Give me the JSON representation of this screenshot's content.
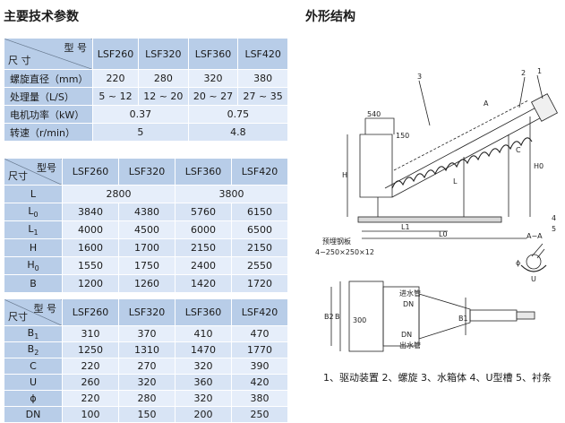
{
  "headings": {
    "left": "主要技术参数",
    "right": "外形结构"
  },
  "table1": {
    "corner_top": "型 号",
    "corner_bottom": "尺 寸",
    "models": [
      "LSF260",
      "LSF320",
      "LSF360",
      "LSF420"
    ],
    "rows": [
      {
        "label": "螺旋直径（mm）",
        "values": [
          "220",
          "280",
          "320",
          "380"
        ]
      },
      {
        "label": "处理量（L/S）",
        "values": [
          "5 ~ 12",
          "12 ~ 20",
          "20 ~ 27",
          "27 ~ 35"
        ]
      },
      {
        "label": "电机功率（kW）",
        "values": [
          "0.37",
          "0.75"
        ]
      },
      {
        "label": "转速（r/min）",
        "values": [
          "5",
          "4.8"
        ]
      }
    ]
  },
  "table2": {
    "corner_top": "型号",
    "corner_bottom": "尺寸",
    "models": [
      "LSF260",
      "LSF320",
      "LSF360",
      "LSF420"
    ],
    "rows": [
      {
        "label": "L",
        "sub": "",
        "values": [
          "2800",
          "3800"
        ]
      },
      {
        "label": "L",
        "sub": "0",
        "values": [
          "3840",
          "4380",
          "5760",
          "6150"
        ]
      },
      {
        "label": "L",
        "sub": "1",
        "values": [
          "4000",
          "4500",
          "6000",
          "6500"
        ]
      },
      {
        "label": "H",
        "sub": "",
        "values": [
          "1600",
          "1700",
          "2150",
          "2150"
        ]
      },
      {
        "label": "H",
        "sub": "0",
        "values": [
          "1550",
          "1750",
          "2400",
          "2550"
        ]
      },
      {
        "label": "B",
        "sub": "",
        "values": [
          "1200",
          "1260",
          "1420",
          "1720"
        ]
      }
    ]
  },
  "table3": {
    "corner_top": "型 号",
    "corner_bottom": "尺寸",
    "models": [
      "LSF260",
      "LSF320",
      "LSF360",
      "LSF420"
    ],
    "rows": [
      {
        "label": "B",
        "sub": "1",
        "values": [
          "310",
          "370",
          "410",
          "470"
        ]
      },
      {
        "label": "B",
        "sub": "2",
        "values": [
          "1250",
          "1310",
          "1470",
          "1770"
        ]
      },
      {
        "label": "C",
        "sub": "",
        "values": [
          "220",
          "270",
          "320",
          "390"
        ]
      },
      {
        "label": "U",
        "sub": "",
        "values": [
          "260",
          "320",
          "360",
          "420"
        ]
      },
      {
        "label": "ϕ",
        "sub": "",
        "values": [
          "220",
          "280",
          "320",
          "380"
        ]
      },
      {
        "label": "DN",
        "sub": "",
        "values": [
          "100",
          "150",
          "200",
          "250"
        ]
      }
    ]
  },
  "drawing": {
    "callouts": [
      "3",
      "2",
      "1"
    ],
    "dim_540": "540",
    "dim_150": "150",
    "label_A": "A",
    "label_H": "H",
    "label_L": "L",
    "label_H0": "H0",
    "label_C": "C",
    "label_L1": "L1",
    "label_L0": "L0",
    "embed_plate": "预埋钢板",
    "embed_size": "4−250×250×12",
    "section": "A−A",
    "callout_4": "4",
    "callout_5": "5",
    "label_U": "U",
    "label_phi": "ϕ",
    "inlet": "进水管",
    "inlet_dn": "DN",
    "outlet": "出水管",
    "outlet_dn": "DN",
    "label_B1": "B1",
    "label_B2": "B2",
    "label_B": "B",
    "dim_300": "300"
  },
  "caption": "1、驱动装置 2、螺旋 3、水箱体 4、U型槽 5、衬条"
}
